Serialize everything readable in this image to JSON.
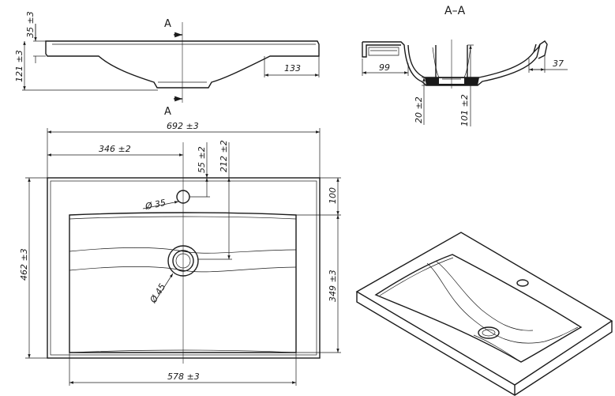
{
  "section_title": "A–A",
  "section_marker": "A",
  "dimensions": {
    "side_thickness": "35 ±3",
    "side_height": "121 ±3",
    "side_rim": "133",
    "section_rim_left": "99",
    "section_rim_right": "37",
    "section_bottom": "20 ±2",
    "section_depth": "101 ±2",
    "overall_width": "692 ±3",
    "center_offset": "346 ±2",
    "hole_offset": "55 ±2",
    "drain_offset": "212 ±2",
    "hole_diameter": "Ø 35",
    "back_margin": "100",
    "overall_depth": "462 ±3",
    "bowl_depth": "349 ±3",
    "drain_diameter": "Ø 45",
    "bowl_width": "578 ±3"
  }
}
